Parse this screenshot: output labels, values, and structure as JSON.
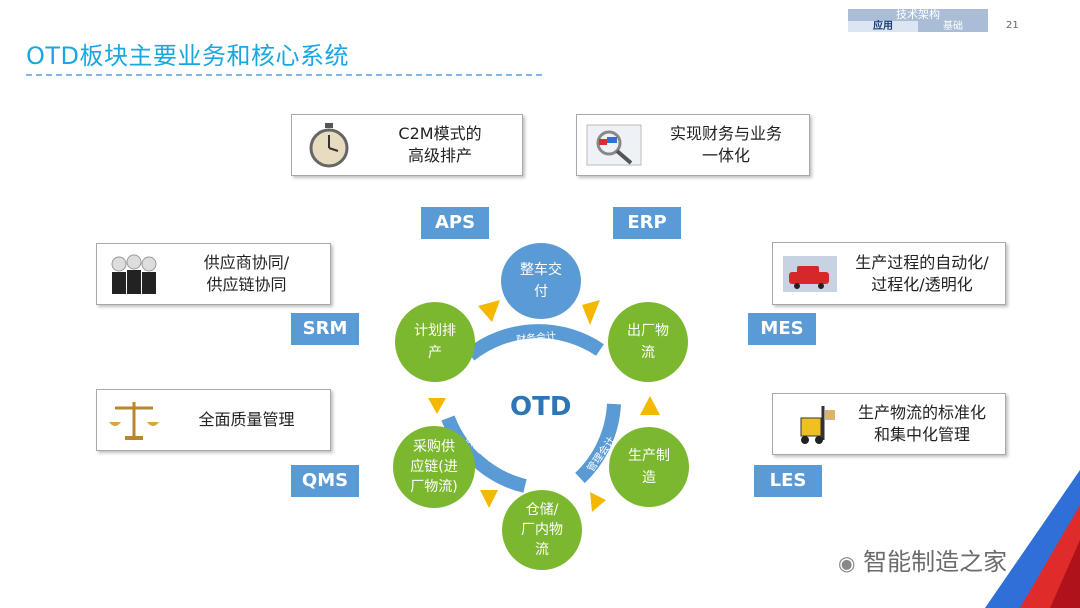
{
  "title": "OTD板块主要业务和核心系统",
  "top_tag": {
    "top": "技术架构",
    "left": "应用",
    "right": "基础"
  },
  "page_number": "21",
  "boxes": {
    "aps": "C2M模式的\n高级排产",
    "erp": "实现财务与业务\n一体化",
    "srm": "供应商协同/\n供应链协同",
    "mes": "生产过程的自动化/\n过程化/透明化",
    "qms": "全面质量管理",
    "les": "生产物流的标准化\n和集中化管理"
  },
  "systems": {
    "aps": "APS",
    "erp": "ERP",
    "srm": "SRM",
    "mes": "MES",
    "qms": "QMS",
    "les": "LES"
  },
  "nodes": {
    "deliver": "整车交\n付",
    "plan": "计划排\n产",
    "out": "出厂物\n流",
    "procure": "采购供\n应链(进\n厂物流)",
    "produce": "生产制\n造",
    "store": "仓储/\n厂内物\n流"
  },
  "center": "OTD",
  "ring_labels": {
    "finance": "财务会计",
    "quality": "质量",
    "cost": "管理会计"
  },
  "watermark": "智能制造之家",
  "colors": {
    "green": "#7cb82f",
    "blue": "#5b9bd5",
    "arrow": "#f5b800",
    "title": "#1aa7e0"
  }
}
